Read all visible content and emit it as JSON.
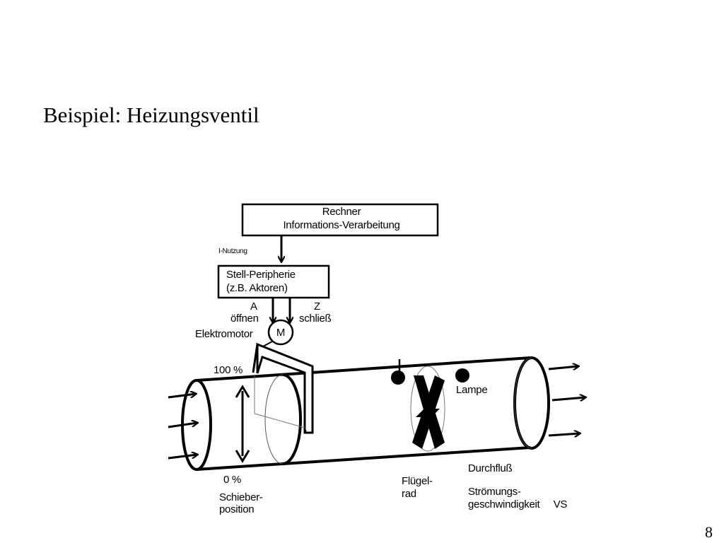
{
  "title": "Beispiel: Heizungsventil",
  "page_number": "8",
  "diagram": {
    "rechner_box": {
      "line1": "Rechner",
      "line2": "Informations-Verarbeitung"
    },
    "nutzung_label": "I-Nutzung",
    "stell_box": {
      "line1": "Stell-Peripherie",
      "line2": "(z.B.   Aktoren)"
    },
    "signal_a": {
      "letter": "A",
      "label": "öffnen"
    },
    "signal_z": {
      "letter": "Z",
      "label": "schließ"
    },
    "motor_symbol": "M",
    "motor_label": "Elektromotor",
    "percent_top": "100   %",
    "percent_bottom": "0   %",
    "schieber_label": {
      "line1": "Schieber-",
      "line2": "position"
    },
    "lamp_label": "Lampe",
    "fluegel_label": {
      "line1": "Flügel-",
      "line2": "rad"
    },
    "durchfluss_label": "Durchfluß",
    "stroemung_label": {
      "line1": "Strömungs-",
      "line2": "geschwindigkeit     VS"
    }
  }
}
